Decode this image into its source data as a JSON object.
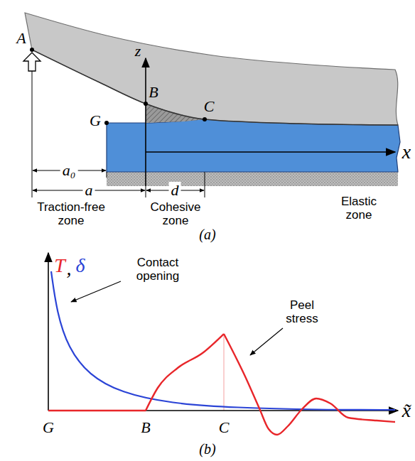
{
  "diagram": {
    "labels": [
      "A",
      "z",
      "B",
      "C",
      "G",
      "x",
      "a₀",
      "a",
      "d",
      "Traction-free zone",
      "Cohesive zone",
      "Elastic zone",
      "(a)",
      "T",
      ",",
      "δ",
      "Contact opening",
      "Peel stress",
      "G",
      "B",
      "C",
      "x̃",
      "(b)"
    ]
  }
}
